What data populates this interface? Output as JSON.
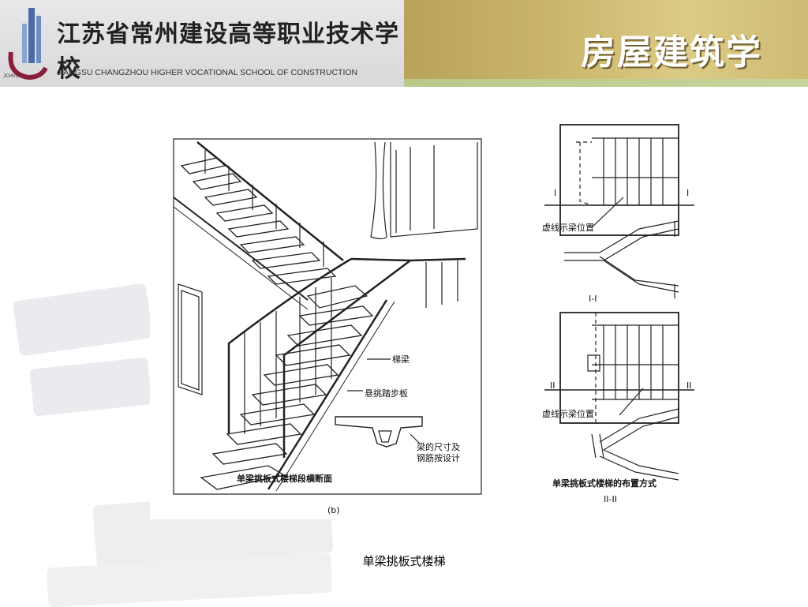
{
  "header": {
    "school_name_cn": "江苏省常州建设高等职业技术学校",
    "school_name_en": "JIANGSU CHANGZHOU HIGHER VOCATIONAL SCHOOL OF CONSTRUCTION",
    "logo_abbrev": "JCHVSC",
    "course_title": "房屋建筑学"
  },
  "figure": {
    "label_beam": "梯梁",
    "label_tread": "悬挑踏步板",
    "label_note_line1": "梁的尺寸及",
    "label_note_line2": "钢筋按设计",
    "caption_left": "单梁挑板式楼梯段横断面",
    "sub_label": "(b)",
    "plan_note_top": "虚线示梁位置",
    "section_1": "I-I",
    "plan_note_bottom": "虚线示梁位置",
    "caption_right": "单梁挑板式楼梯的布置方式",
    "section_2": "II-II",
    "mark_I_left": "I",
    "mark_I_right": "I",
    "mark_II_left": "II",
    "mark_II_right": "II"
  },
  "caption": "单梁挑板式楼梯"
}
